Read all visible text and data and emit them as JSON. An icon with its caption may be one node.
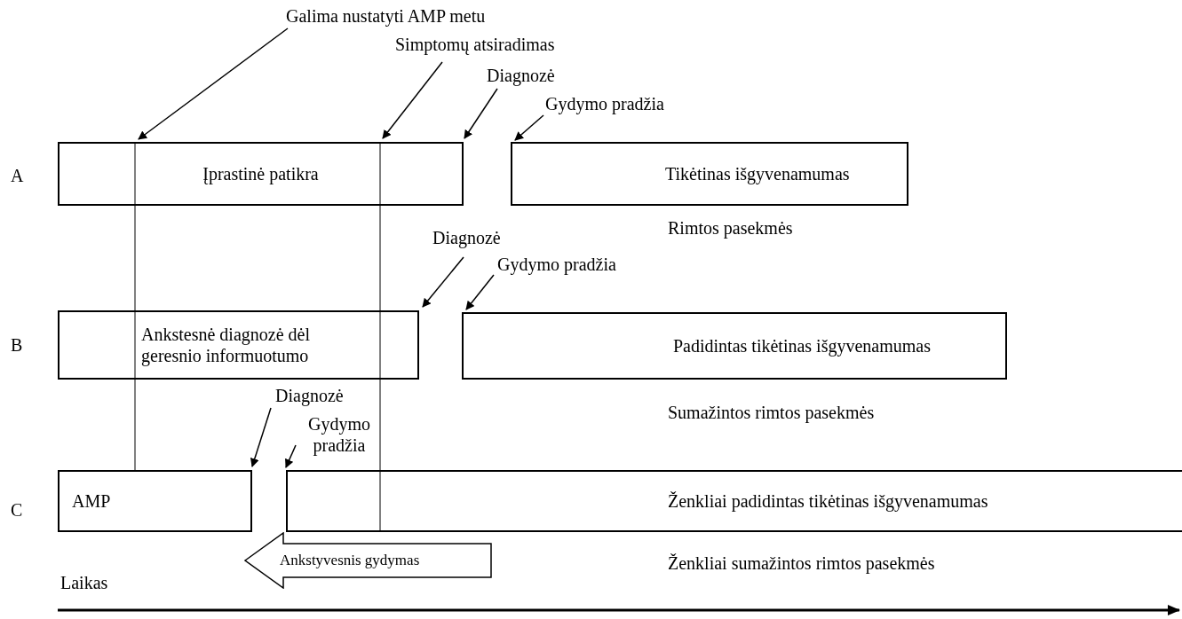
{
  "diagram": {
    "nodes": [
      {
        "text": [
          "Įprastinė patikra"
        ]
      },
      {
        "text": [
          "Tikėtinas išgyvenamumas"
        ]
      },
      {
        "text": [
          "Ankstesnė diagnozė dėl geresnio informuotumo"
        ]
      },
      {
        "text": [
          "Padidintas tikėtinas išgyvenamumas"
        ]
      },
      {
        "text": [
          "AMP"
        ]
      },
      {
        "text": [
          "Ženkliai padidintas tikėtinas išgyvenamumas"
        ]
      },
      {
        "text": [
          "Ankstyvesnis gydymas"
        ]
      },
      {
        "text": [
          "Galima nustatyti AMP metu"
        ]
      },
      {
        "text": [
          "Simptomų atsiradimas"
        ]
      },
      {
        "text": [
          "Diagnozė"
        ]
      },
      {
        "text": [
          "Gydymo pradžia"
        ]
      },
      {
        "text": [
          "Diagnozė"
        ]
      },
      {
        "text": [
          "Gydymo pradžia"
        ]
      },
      {
        "text": [
          "Diagnozė"
        ]
      },
      {
        "text": [
          "Gydymo pradžia"
        ]
      }
    ],
    "edges": [
      {
        "from": 7,
        "to": 0,
        "arrow": "to"
      },
      {
        "from": 8,
        "to": 0,
        "arrow": "to"
      },
      {
        "from": 9,
        "to": 0,
        "arrow": "to"
      },
      {
        "from": 10,
        "to": 1,
        "arrow": "to"
      },
      {
        "from": 11,
        "to": 2,
        "arrow": "to"
      },
      {
        "from": 12,
        "to": 3,
        "arrow": "to"
      },
      {
        "from": 13,
        "to": 4,
        "arrow": "to"
      },
      {
        "from": 14,
        "to": 5,
        "arrow": "to"
      }
    ],
    "labels": [
      "A",
      "Rimtos pasekmės",
      "B",
      "Sumažintos rimtos pasekmės",
      "C",
      "Ženkliai sumažintos rimtos pasekmės",
      "Laikas"
    ]
  }
}
